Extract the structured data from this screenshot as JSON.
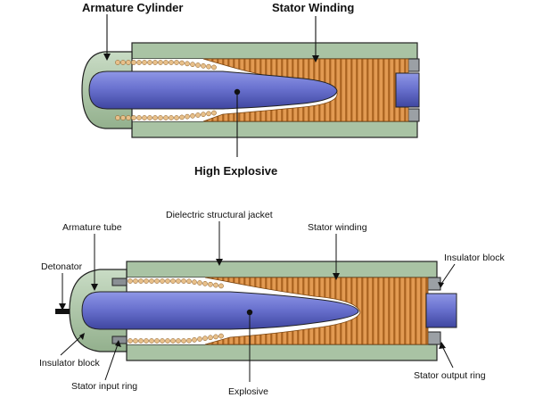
{
  "top_diagram": {
    "labels": {
      "armature": "Armature Cylinder",
      "stator": "Stator Winding",
      "explosive": "High Explosive"
    }
  },
  "bottom_diagram": {
    "labels": {
      "armature_tube": "Armature tube",
      "jacket": "Dielectric structural jacket",
      "stator_winding": "Stator winding",
      "insulator_block_right": "Insulator block",
      "detonator": "Detonator",
      "insulator_block_left": "Insulator block",
      "stator_input_ring": "Stator input ring",
      "explosive": "Explosive",
      "stator_output_ring": "Stator output ring"
    }
  },
  "colors": {
    "jacket": "#a9c3a4",
    "armature": "#5f68c4",
    "armature_light": "#9aa1e0",
    "copper": "#d88a3e",
    "copper_dark": "#9c5a1e",
    "coil_bead": "#e8c08a",
    "metal": "#8a8f94"
  }
}
